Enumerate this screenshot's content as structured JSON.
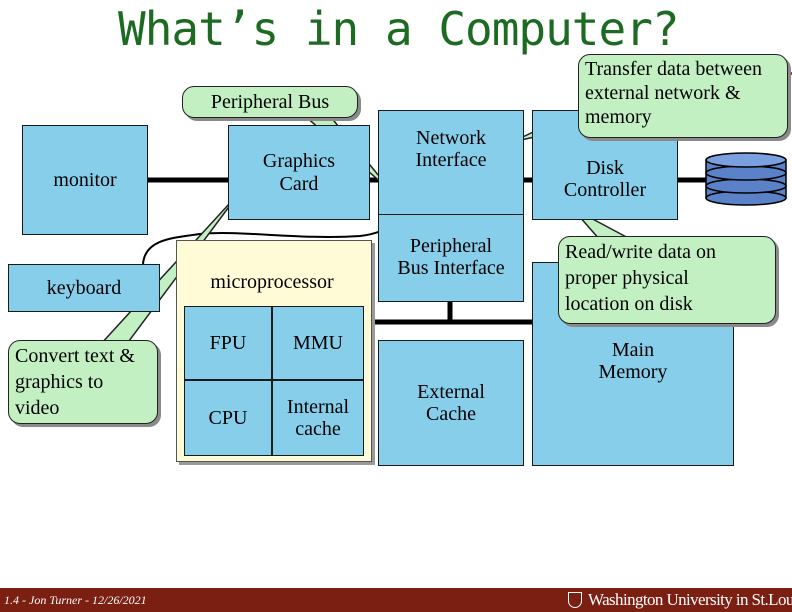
{
  "slide": {
    "title": "What’s in a Computer?",
    "footer_credit": "1.4 - Jon Turner - 12/26/2021",
    "footer_institution": "Washington University in St.Louis"
  },
  "blocks": {
    "monitor": "monitor",
    "graphics_card": "Graphics\nCard",
    "network_interface": "Network\nInterface",
    "disk_controller": "Disk\nController",
    "keyboard": "keyboard",
    "microprocessor": "microprocessor",
    "fpu": "FPU",
    "mmu": "MMU",
    "cpu": "CPU",
    "internal_cache": "Internal\ncache",
    "peripheral_bus_interface": "Peripheral\nBus Interface",
    "external_cache": "External\nCache",
    "main_memory": "Main\nMemory"
  },
  "callouts": {
    "peripheral_bus": "Peripheral Bus",
    "convert_text": "Convert text &\ngraphics to\nvideo",
    "transfer_data": "Transfer data between\nexternal network &\nmemory",
    "read_write": "Read/write data on\nproper physical\nlocation on disk"
  },
  "colors": {
    "title": "#1d6b22",
    "block_fill": "#87ceeb",
    "processor_fill": "#fffbd6",
    "callout_fill": "#c2f0c2",
    "footer": "#7a1f12",
    "rule": "#a33a2a"
  }
}
